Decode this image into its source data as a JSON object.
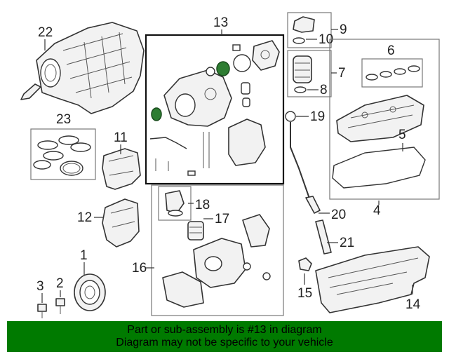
{
  "diagram": {
    "callouts": {
      "c1": "1",
      "c2": "2",
      "c3": "3",
      "c4": "4",
      "c5": "5",
      "c6": "6",
      "c7": "7",
      "c8": "8",
      "c9": "9",
      "c10": "10",
      "c11": "11",
      "c12": "12",
      "c13": "13",
      "c14": "14",
      "c15": "15",
      "c16": "16",
      "c17": "17",
      "c18": "18",
      "c19": "19",
      "c20": "20",
      "c21": "21",
      "c22": "22",
      "c23": "23"
    },
    "highlight_color": "#2e7d32"
  },
  "notice": {
    "line1": "Part or sub-assembly is #13 in diagram",
    "line2": "Diagram may not be specific to your vehicle",
    "background": "#007a00"
  }
}
